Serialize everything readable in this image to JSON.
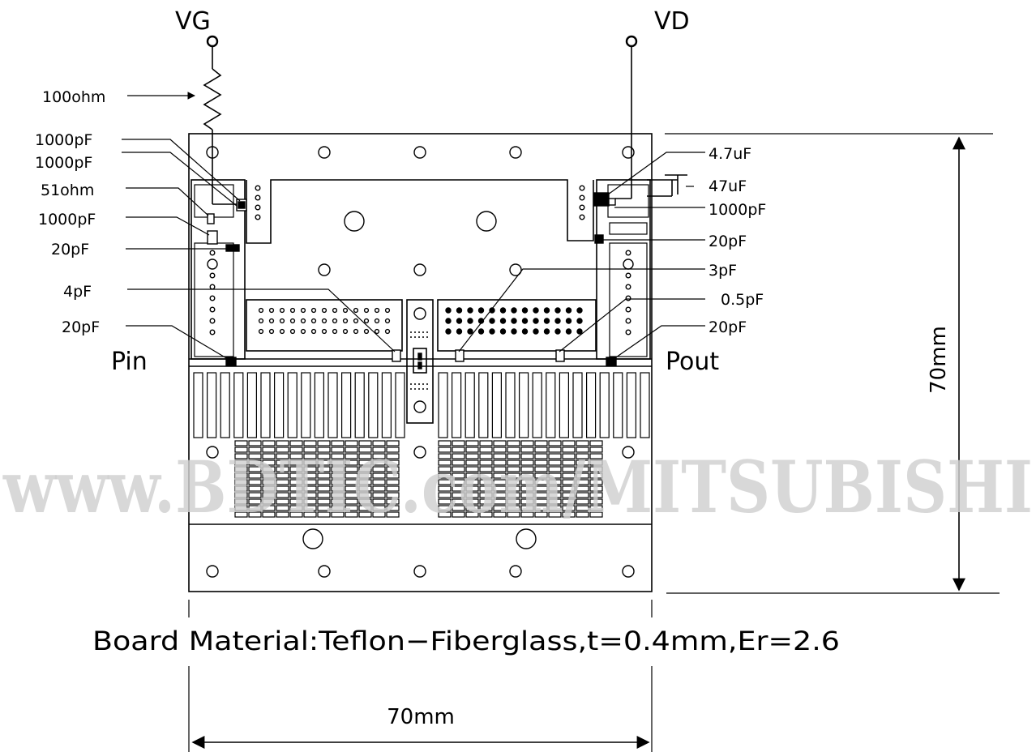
{
  "terminals": {
    "gate": "VG",
    "drain": "VD"
  },
  "ports": {
    "input": "Pin",
    "output": "Pout"
  },
  "components_left": [
    {
      "id": "r-gate",
      "label": "100ohm"
    },
    {
      "id": "c-left-1",
      "label": "1000pF"
    },
    {
      "id": "c-left-2",
      "label": "1000pF"
    },
    {
      "id": "r-left",
      "label": "51ohm"
    },
    {
      "id": "c-left-3",
      "label": "1000pF"
    },
    {
      "id": "c-left-4",
      "label": "20pF"
    },
    {
      "id": "c-left-5",
      "label": "4pF"
    },
    {
      "id": "c-left-6",
      "label": "20pF"
    }
  ],
  "components_right": [
    {
      "id": "c-right-1",
      "label": "4.7uF"
    },
    {
      "id": "c-right-2",
      "label": "47uF"
    },
    {
      "id": "c-right-3",
      "label": "1000pF"
    },
    {
      "id": "c-right-4",
      "label": "20pF"
    },
    {
      "id": "c-right-5",
      "label": "3pF"
    },
    {
      "id": "c-right-6",
      "label": "0.5pF"
    },
    {
      "id": "c-right-7",
      "label": "20pF"
    }
  ],
  "dimensions": {
    "height": "70mm",
    "width": "70mm"
  },
  "board_note": "Board  Material:Teflon−Fiberglass,t=0.4mm,Er=2.6",
  "watermark": "www.BDTIC.com/MITSUBISHI"
}
